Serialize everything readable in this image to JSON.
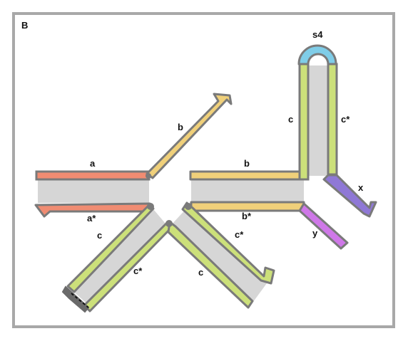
{
  "panel": {
    "label": "B"
  },
  "labels": {
    "a": "a",
    "a_star": "a*",
    "b_top": "b",
    "b_mid": "b",
    "b_star": "b*",
    "s4": "s4",
    "c_hairpin": "c",
    "c_star_hairpin": "c*",
    "x": "x",
    "y": "y",
    "c_left": "c",
    "c_star_left": "c*",
    "c_star_right": "c*",
    "c_right": "c"
  },
  "colors": {
    "frame": "#a8a8a8",
    "outline": "#7a7a7a",
    "duplex_fill": "#d6d6d6",
    "domain_a": "#f08c72",
    "domain_b": "#f0d07a",
    "domain_c": "#cce07a",
    "domain_s4": "#7fcde8",
    "domain_x": "#8f78d6",
    "domain_y": "#cf78e8"
  }
}
